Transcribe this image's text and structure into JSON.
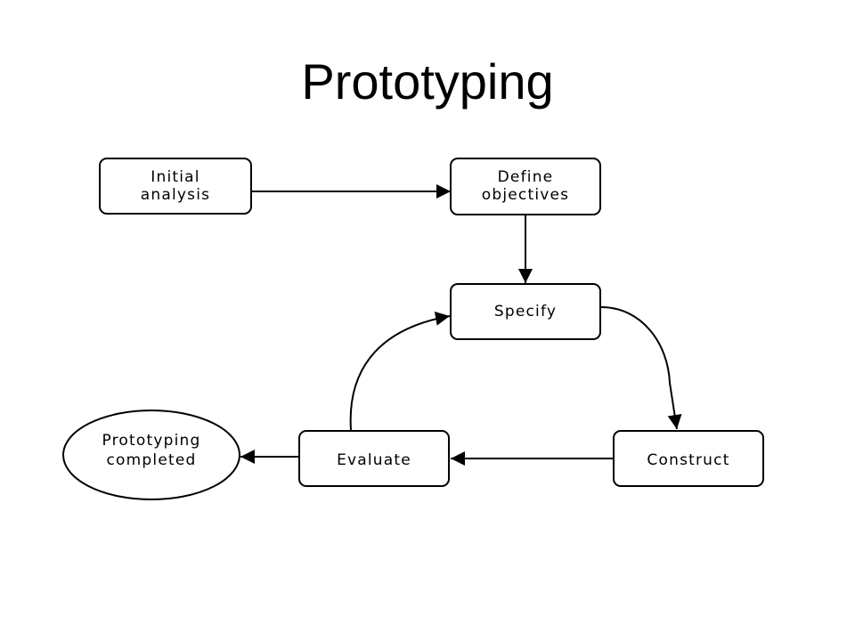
{
  "title": "Prototyping",
  "colors": {
    "stroke": "#000000",
    "fill": "#ffffff",
    "text": "#000000"
  },
  "nodes": {
    "initial_analysis": {
      "shape": "rounded-rect",
      "lines": [
        "Initial",
        "analysis"
      ]
    },
    "define_objectives": {
      "shape": "rounded-rect",
      "lines": [
        "Define",
        "objectives"
      ]
    },
    "specify": {
      "shape": "rounded-rect",
      "lines": [
        "Specify"
      ]
    },
    "construct": {
      "shape": "rounded-rect",
      "lines": [
        "Construct"
      ]
    },
    "evaluate": {
      "shape": "rounded-rect",
      "lines": [
        "Evaluate"
      ]
    },
    "prototyping_completed": {
      "shape": "ellipse",
      "lines": [
        "Prototyping",
        "completed"
      ]
    }
  },
  "edges": [
    {
      "from": "initial_analysis",
      "to": "define_objectives"
    },
    {
      "from": "define_objectives",
      "to": "specify"
    },
    {
      "from": "specify",
      "to": "construct"
    },
    {
      "from": "construct",
      "to": "evaluate"
    },
    {
      "from": "evaluate",
      "to": "specify"
    },
    {
      "from": "evaluate",
      "to": "prototyping_completed"
    }
  ]
}
